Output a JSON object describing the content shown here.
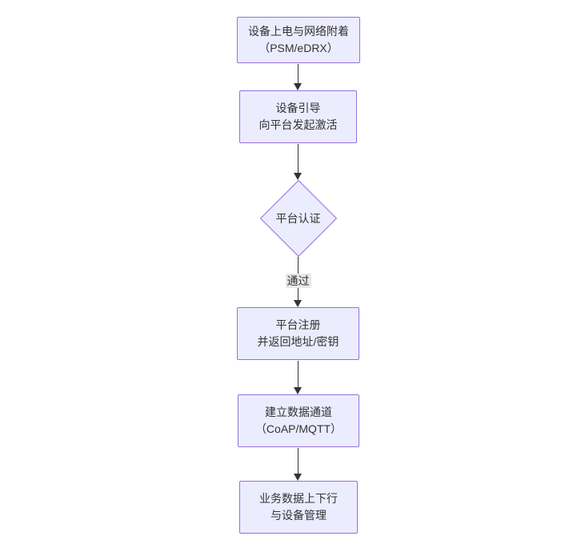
{
  "page": {
    "background": "#ffffff"
  },
  "diagram": {
    "type": "flowchart",
    "direction": "top-down",
    "colors": {
      "page_bg": "#ffffff",
      "node_fill": "#ECECFF",
      "node_border": "#9370DB",
      "text": "#333333",
      "edge": "#333333",
      "edge_label_bg": "#e8e8e8"
    },
    "nodes": [
      {
        "shape": "rect",
        "line1": "设备上电与网络附着",
        "line2": "（PSM/eDRX）"
      },
      {
        "shape": "rect",
        "line1": "设备引导",
        "line2": "向平台发起激活"
      },
      {
        "shape": "diamond",
        "line1": "平台认证",
        "line2": ""
      },
      {
        "shape": "rect",
        "line1": "平台注册",
        "line2": "并返回地址/密钥"
      },
      {
        "shape": "rect",
        "line1": "建立数据通道",
        "line2": "（CoAP/MQTT）"
      },
      {
        "shape": "rect",
        "line1": "业务数据上下行",
        "line2": "与设备管理"
      }
    ],
    "edges": [
      {
        "from": 0,
        "to": 1,
        "label": ""
      },
      {
        "from": 1,
        "to": 2,
        "label": ""
      },
      {
        "from": 2,
        "to": 3,
        "label": "通过"
      },
      {
        "from": 3,
        "to": 4,
        "label": ""
      },
      {
        "from": 4,
        "to": 5,
        "label": ""
      }
    ]
  }
}
